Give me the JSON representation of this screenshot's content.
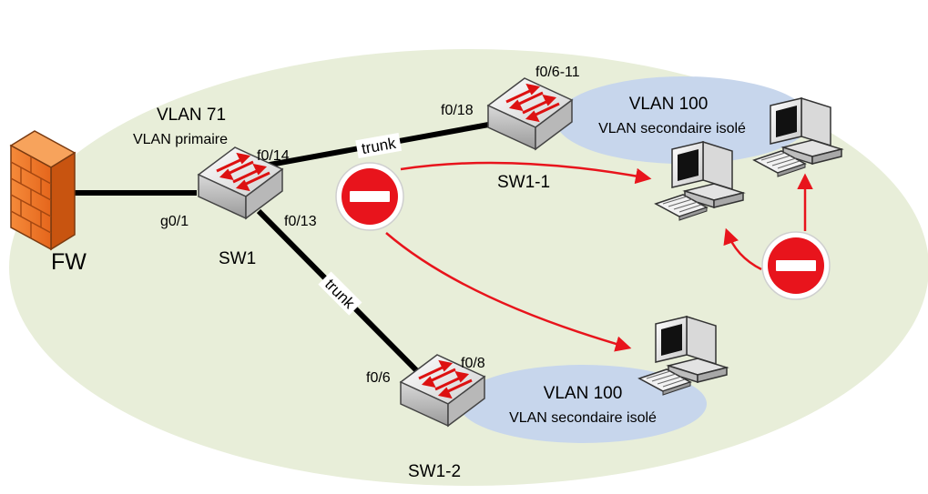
{
  "colors": {
    "background_ellipse": "#e8eed9",
    "vlan_bubble": "#c7d6ec",
    "link": "#000000",
    "blocked_arrow": "#e8141c",
    "no_entry": "#e8141c",
    "firewall": "#f07a2c"
  },
  "devices": {
    "firewall": {
      "label": "FW",
      "icon": "firewall-icon"
    },
    "sw1": {
      "label": "SW1",
      "icon": "switch-icon"
    },
    "sw1_1": {
      "label": "SW1-1",
      "icon": "switch-icon"
    },
    "sw1_2": {
      "label": "SW1-2",
      "icon": "switch-icon"
    }
  },
  "vlans": {
    "primary": {
      "id": "VLAN 71",
      "type": "VLAN primaire"
    },
    "isolated_top": {
      "id": "VLAN 100",
      "type": "VLAN secondaire isolé"
    },
    "isolated_bottom": {
      "id": "VLAN 100",
      "type": "VLAN secondaire isolé"
    }
  },
  "ports": {
    "sw1_to_fw": "g0/1",
    "sw1_to_sw1_1": "f0/14",
    "sw1_to_sw1_2": "f0/13",
    "sw1_1_uplink": "f0/18",
    "sw1_1_hosts": "f0/6-11",
    "sw1_2_uplink": "f0/6",
    "sw1_2_hosts": "f0/8"
  },
  "links": {
    "trunk_top": "trunk",
    "trunk_bottom": "trunk"
  },
  "icons": {
    "blocked": "no-entry-icon",
    "host": "computer-icon"
  }
}
